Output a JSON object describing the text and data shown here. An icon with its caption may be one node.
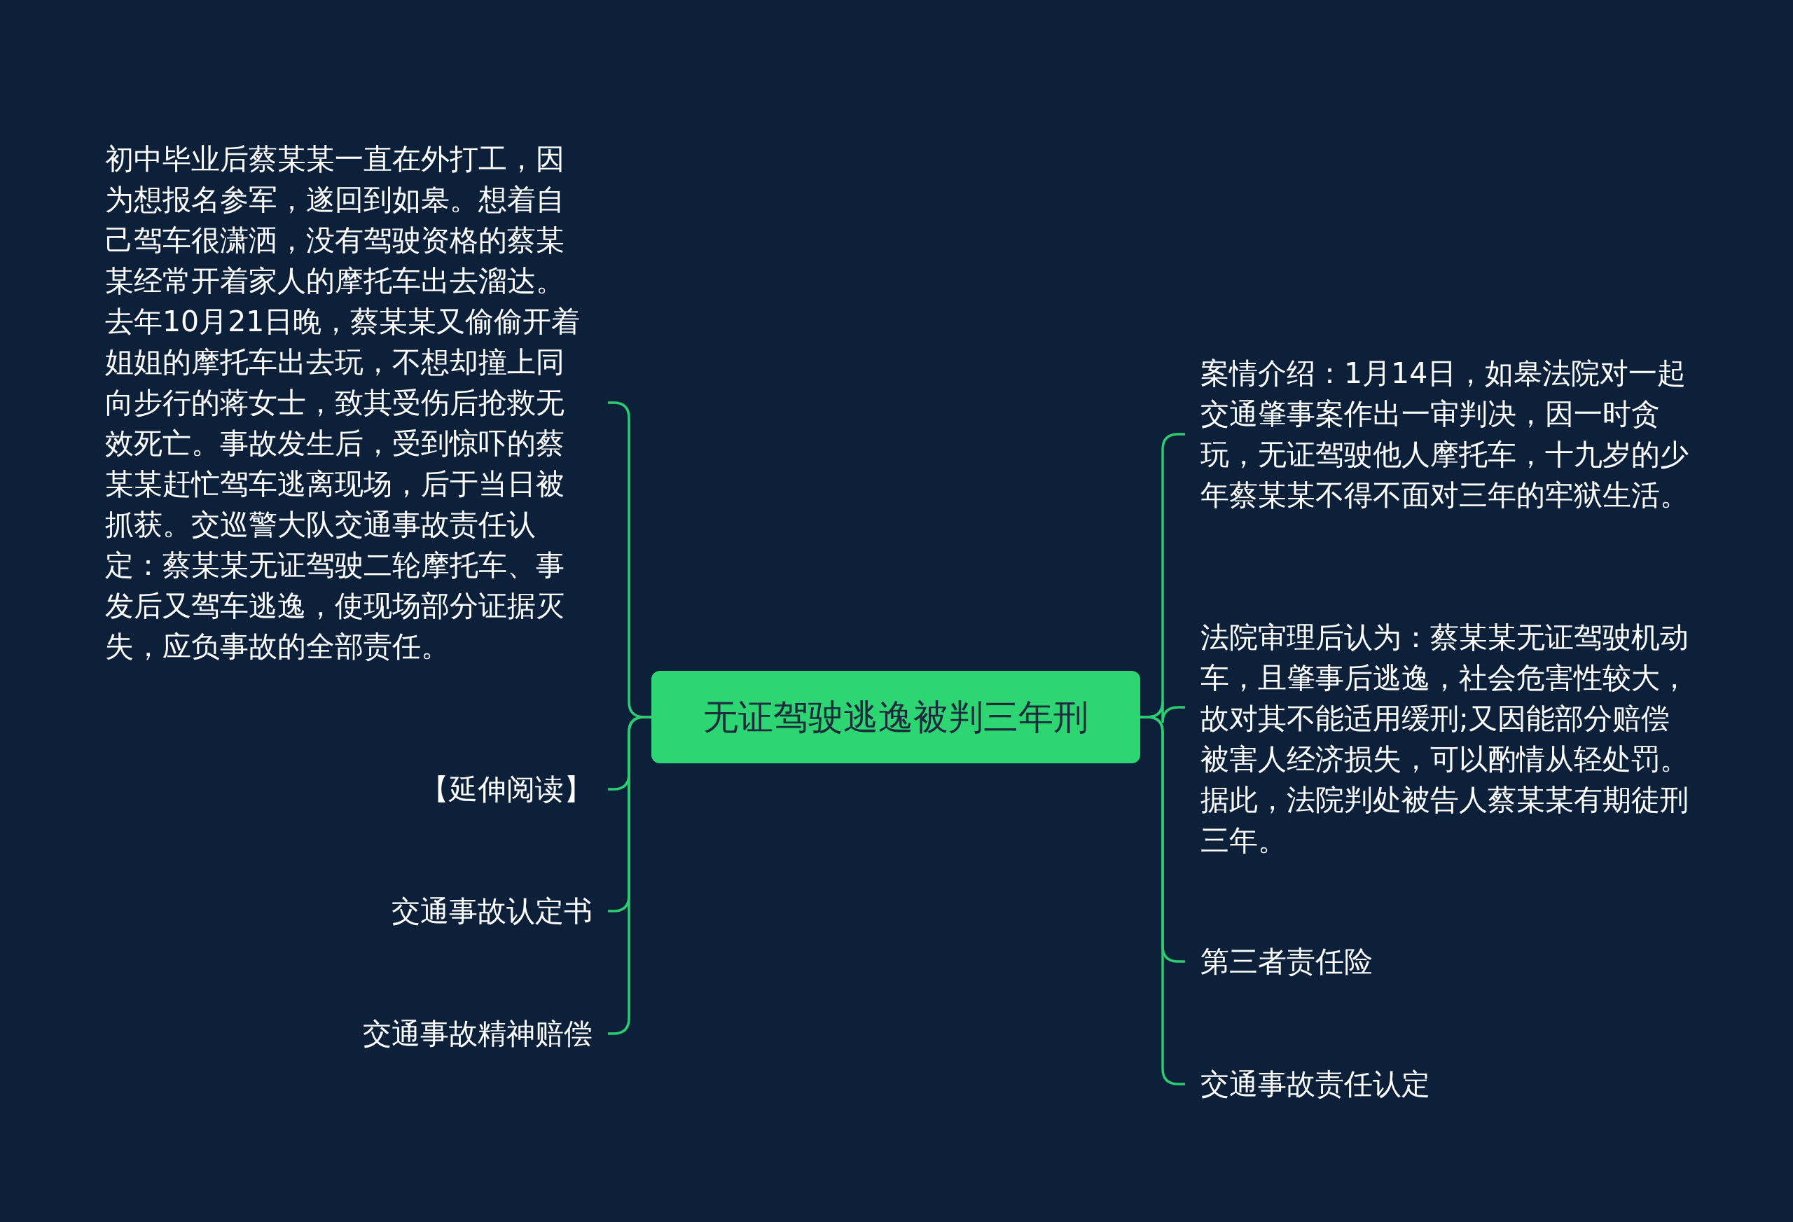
{
  "diagram": {
    "nodes": [
      {
        "text": [
          "无证驾驶逃逸被判三年刑"
        ]
      },
      {
        "text": [
          "初中毕业后蔡某某一直在外打工，因为想报名参军，遂回到如皋。想着自己驾车很潇洒，没有驾驶资格的蔡某某经常开着家人的摩托车出去溜达。去年10月21日晚，蔡某某又偷偷开着姐姐的摩托车出去玩，不想却撞上同向步行的蒋女士，致其受伤后抢救无效死亡。事故发生后，受到惊吓的蔡某某赶忙驾车逃离现场，后于当日被抓获。交巡警大队交通事故责任认定：蔡某某无证驾驶二轮摩托车、事发后又驾车逃逸，使现场部分证据灭失，应负事故的全部责任。"
        ]
      },
      {
        "text": [
          "【延伸阅读】"
        ]
      },
      {
        "text": [
          "交通事故认定书"
        ]
      },
      {
        "text": [
          "交通事故精神赔偿"
        ]
      },
      {
        "text": [
          "案情介绍：1月14日，如皋法院对一起交通肇事案作出一审判决，因一时贪玩，无证驾驶他人摩托车，十九岁的少年蔡某某不得不面对三年的牢狱生活。"
        ]
      },
      {
        "text": [
          "法院审理后认为：蔡某某无证驾驶机动车，且肇事后逃逸，社会危害性较大，故对其不能适用缓刑;又因能部分赔偿被害人经济损失，可以酌情从轻处罚。据此，法院判处被告人蔡某某有期徒刑三年。"
        ]
      },
      {
        "text": [
          "第三者责任险"
        ]
      },
      {
        "text": [
          "交通事故责任认定"
        ]
      }
    ],
    "edges": [
      {
        "from": 0,
        "to": 1,
        "arrow": "none"
      },
      {
        "from": 0,
        "to": 2,
        "arrow": "none"
      },
      {
        "from": 0,
        "to": 3,
        "arrow": "none"
      },
      {
        "from": 0,
        "to": 4,
        "arrow": "none"
      },
      {
        "from": 0,
        "to": 5,
        "arrow": "none"
      },
      {
        "from": 0,
        "to": 6,
        "arrow": "none"
      },
      {
        "from": 0,
        "to": 7,
        "arrow": "none"
      },
      {
        "from": 0,
        "to": 8,
        "arrow": "none"
      }
    ]
  }
}
